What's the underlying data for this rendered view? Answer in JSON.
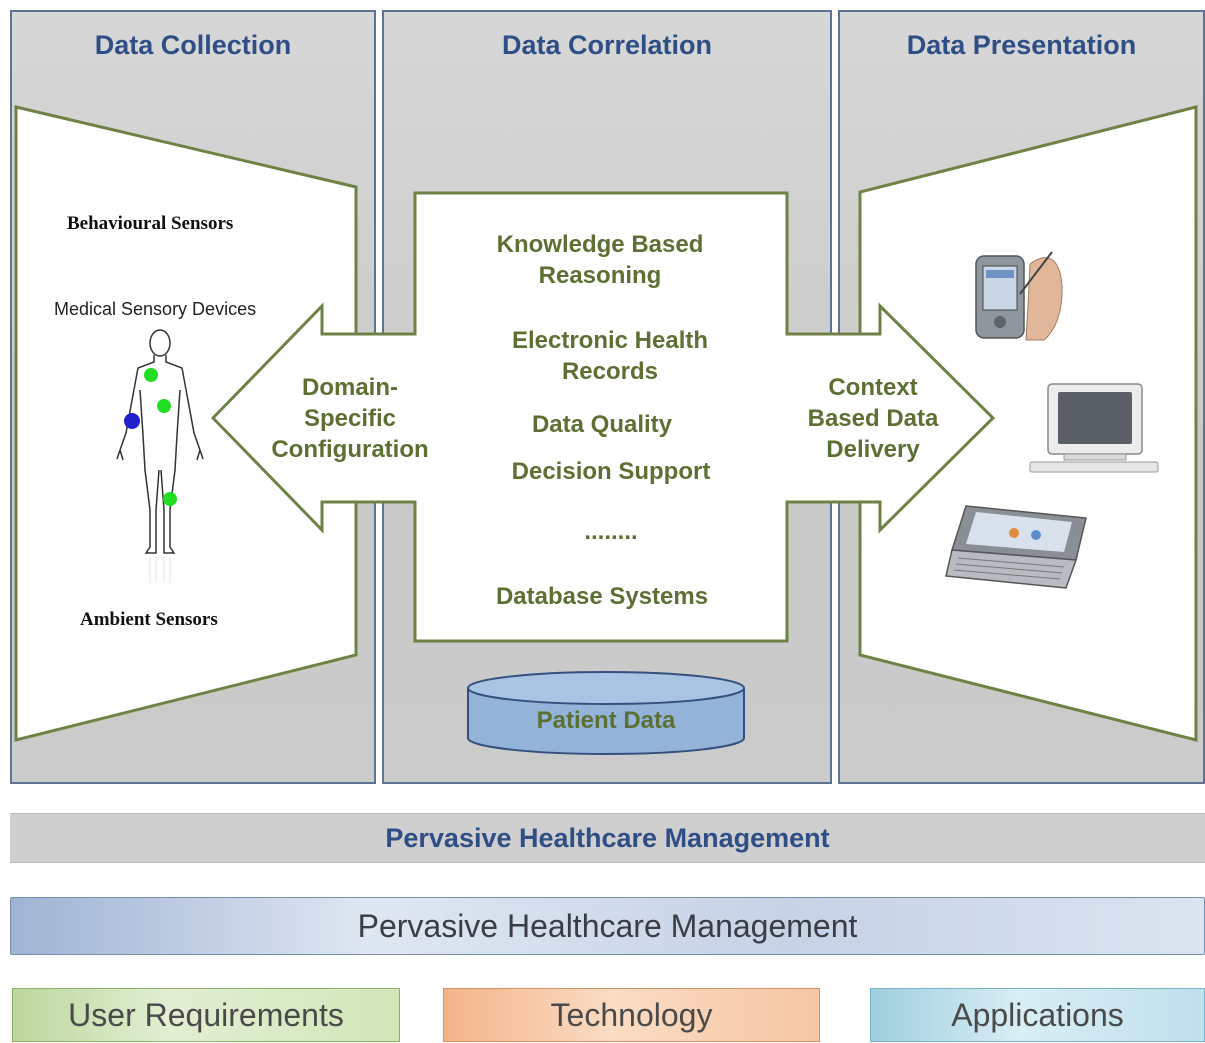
{
  "panels": {
    "collection_title": "Data Collection",
    "correlation_title": "Data Correlation",
    "presentation_title": "Data Presentation"
  },
  "collection": {
    "behavioural": "Behavioural Sensors",
    "medical": "Medical Sensory Devices",
    "ambient": "Ambient Sensors"
  },
  "arrows": {
    "left_label_1": "Domain-",
    "left_label_2": "Specific",
    "left_label_3": "Configuration",
    "right_label_1": "Context",
    "right_label_2": "Based Data",
    "right_label_3": "Delivery"
  },
  "correlation": {
    "item1_line1": "Knowledge Based",
    "item1_line2": "Reasoning",
    "item2_line1": "Electronic Health",
    "item2_line2": "Records",
    "item3": "Data Quality",
    "item4": "Decision Support",
    "ellipsis": "........",
    "item5": "Database Systems",
    "patient_data": "Patient Data"
  },
  "bars": {
    "bar1": "Pervasive Healthcare Management",
    "bar2": "Pervasive Healthcare Management"
  },
  "bottom": {
    "user_requirements": "User Requirements",
    "technology": "Technology",
    "applications": "Applications"
  },
  "colors": {
    "title_blue": "#2f4e86",
    "olive_text": "#5d7033",
    "arrow_stroke": "#6f8246",
    "sensor_green": "#22dd22",
    "sensor_blue": "#2222cc"
  }
}
